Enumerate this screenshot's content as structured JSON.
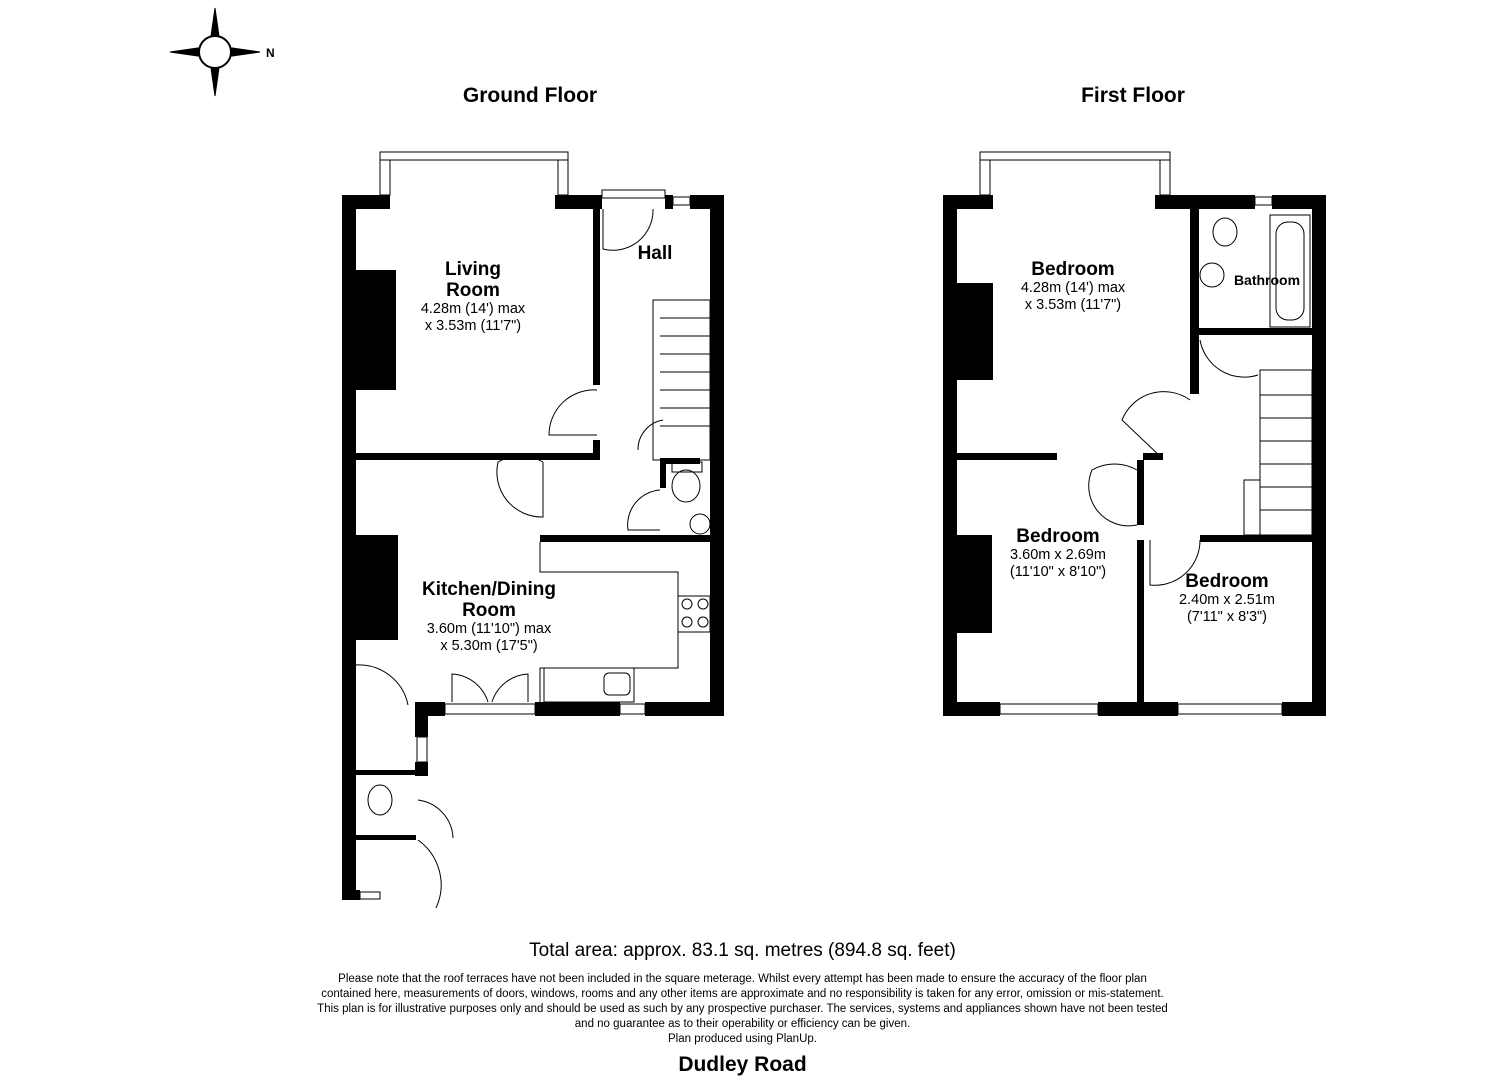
{
  "compass": {
    "label": "N",
    "icon": "compass-rose-icon"
  },
  "floors": [
    {
      "title": "Ground Floor",
      "rooms": [
        {
          "name": "Living Room",
          "name_lines": [
            "Living",
            "Room"
          ],
          "dims": [
            "4.28m (14') max",
            "x 3.53m (11'7\")"
          ]
        },
        {
          "name": "Hall",
          "name_lines": [
            "Hall"
          ],
          "dims": []
        },
        {
          "name": "Kitchen/Dining Room",
          "name_lines": [
            "Kitchen/Dining",
            "Room"
          ],
          "dims": [
            "3.60m (11'10\") max",
            "x 5.30m (17'5\")"
          ]
        }
      ]
    },
    {
      "title": "First Floor",
      "rooms": [
        {
          "name": "Bedroom",
          "dims": [
            "4.28m (14') max",
            "x 3.53m (11'7\")"
          ]
        },
        {
          "name": "Bathroom",
          "dims": []
        },
        {
          "name": "Bedroom",
          "dims": [
            "3.60m x 2.69m",
            "(11'10\" x 8'10\")"
          ]
        },
        {
          "name": "Bedroom",
          "dims": [
            "2.40m x 2.51m",
            "(7'11\" x 8'3\")"
          ]
        }
      ]
    }
  ],
  "footer": {
    "total_area": "Total area: approx. 83.1 sq. metres (894.8 sq. feet)",
    "disclaimer": [
      "Please note that the roof terraces have not been included in the square meterage. Whilst every attempt has been made to ensure the accuracy of the floor plan",
      "contained here, measurements of doors, windows, rooms and any other items are approximate and no responsibility is taken for any error, omission or mis-statement.",
      "This plan is for illustrative purposes only and should be used as such by any prospective purchaser. The services, systems and appliances shown have not been tested",
      "and no guarantee as to their operability or efficiency can be given.",
      "Plan produced using PlanUp."
    ],
    "address": "Dudley Road"
  }
}
